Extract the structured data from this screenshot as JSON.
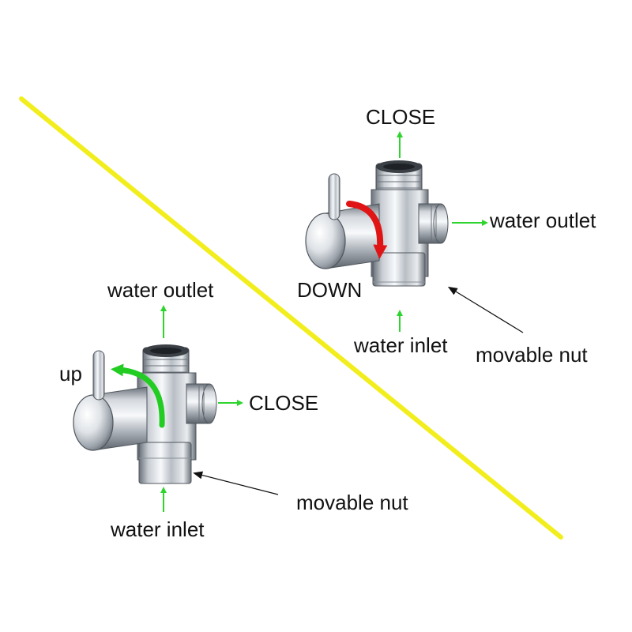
{
  "colors": {
    "divider": "#f2ee1e",
    "flow_arrow": "#2fd42f",
    "up_arrow": "#22cc22",
    "down_arrow": "#e01414",
    "pointer": "#111111",
    "chrome_light": "#f4f6f8",
    "chrome_mid": "#b9bfc6",
    "chrome_dark": "#5d646c"
  },
  "icons": {
    "divider": "diagonal-line",
    "valve": "chrome-diverter-valve-icon",
    "flow": "green-arrow-icon",
    "rotate_up": "green-curved-arrow-icon",
    "rotate_down": "red-curved-arrow-icon",
    "pointer": "black-pointer-arrow-icon"
  },
  "valve_top": {
    "top_label": "CLOSE",
    "side_label": "water outlet",
    "handle_label": "DOWN",
    "bottom_label": "water inlet",
    "nut_label": "movable nut"
  },
  "valve_bottom": {
    "top_label": "water outlet",
    "side_label": "CLOSE",
    "handle_label": "up",
    "bottom_label": "water inlet",
    "nut_label": "movable nut"
  }
}
